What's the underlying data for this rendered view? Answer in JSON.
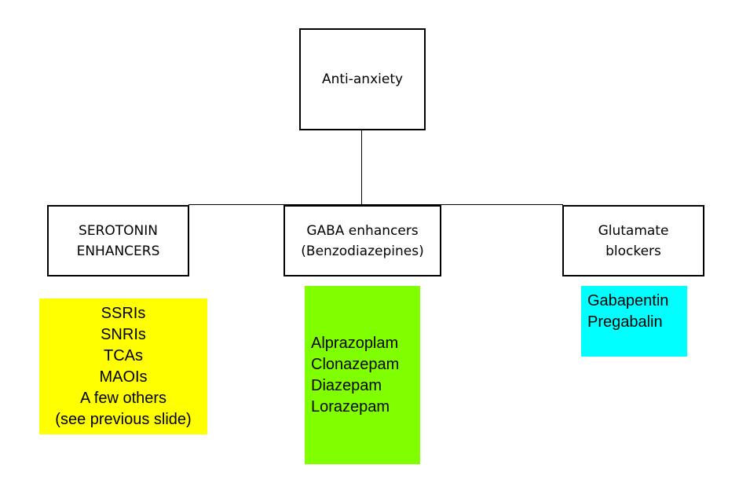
{
  "root": {
    "label": "Anti-anxiety"
  },
  "categories": [
    {
      "id": "serotonin",
      "lines": [
        "SEROTONIN",
        "ENHANCERS"
      ],
      "drugs": [
        "SSRIs",
        "SNRIs",
        "TCAs",
        "MAOIs",
        "A few others",
        "(see previous slide)"
      ],
      "color": "#ffff00"
    },
    {
      "id": "gaba",
      "lines": [
        "GABA enhancers",
        "(Benzodiazepines)"
      ],
      "drugs": [
        "Alprazoplam",
        "Clonazepam",
        "Diazepam",
        "Lorazepam"
      ],
      "color": "#80ff00"
    },
    {
      "id": "glutamate",
      "lines": [
        "Glutamate",
        "blockers"
      ],
      "drugs": [
        "Gabapentin",
        "Pregabalin"
      ],
      "color": "#00ffff"
    }
  ]
}
